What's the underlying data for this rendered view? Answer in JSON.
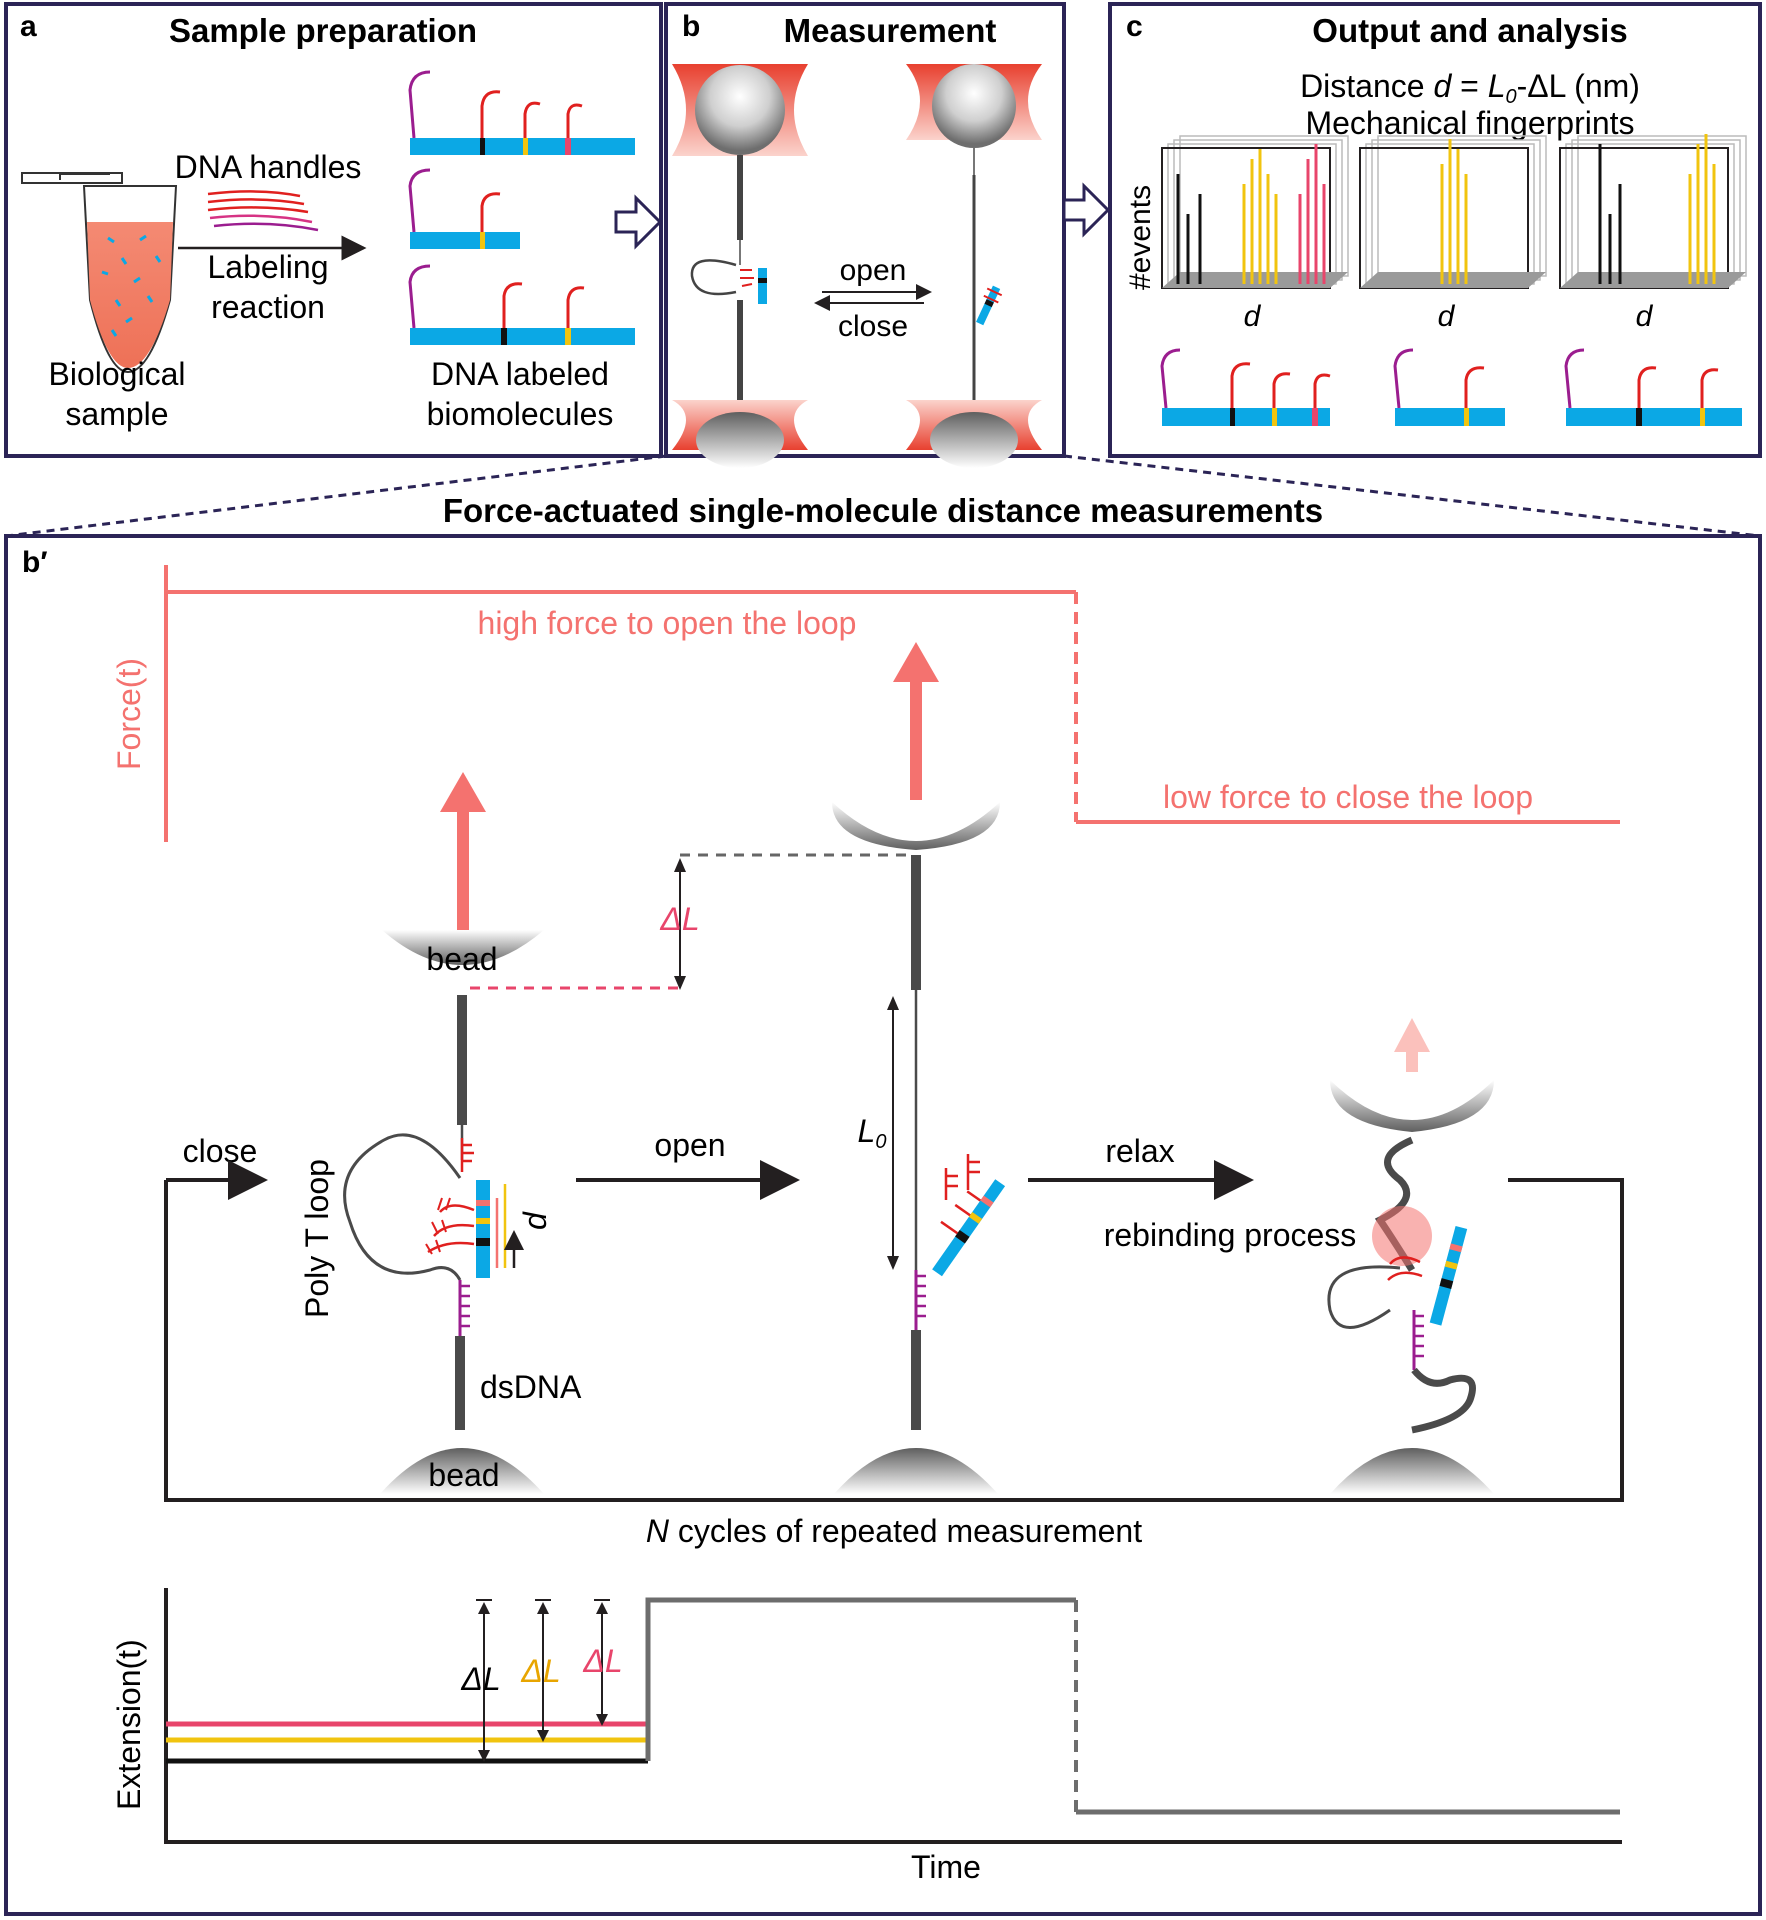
{
  "panel_a": {
    "letter": "a",
    "title": "Sample preparation",
    "dna_handles": "DNA handles",
    "labeling_reaction_1": "Labeling",
    "labeling_reaction_2": "reaction",
    "biological_sample_1": "Biological",
    "biological_sample_2": "sample",
    "labeled_1": "DNA labeled",
    "labeled_2": "biomolecules"
  },
  "panel_b": {
    "letter": "b",
    "title": "Measurement",
    "open": "open",
    "close": "close"
  },
  "panel_c": {
    "letter": "c",
    "title": "Output and analysis",
    "distance_prefix": "Distance",
    "d_symbol": "d",
    "equals": " = ",
    "L0": "L",
    "L0_sub": "0",
    "minus_dL": "-ΔL",
    "unit": " (nm)",
    "fingerprints": "Mechanical fingerprints",
    "y_axis": "#events",
    "x_axis": "d"
  },
  "panel_bprime": {
    "section_title": "Force-actuated single-molecule distance measurements",
    "letter": "b′",
    "force_axis": "Force(t)",
    "high_force": "high force to open the loop",
    "low_force": "low force to close the loop",
    "bead_top": "bead",
    "bead_bottom": "bead",
    "delta_L": "ΔL",
    "L0": "L",
    "L0_sub": "0",
    "close": "close",
    "open": "open",
    "relax": "relax",
    "poly_t": "Poly T loop",
    "dsdna": "dsDNA",
    "d_label": "d",
    "rebinding": "rebinding process",
    "cycles_n": "N",
    "cycles_text": " cycles of repeated measurement",
    "extension_axis": "Extension(t)",
    "time_axis": "Time",
    "dL_black": "ΔL",
    "dL_amber": "ΔL",
    "dL_pink": "ΔL"
  },
  "colors": {
    "panel_border": "#2b2456",
    "force_pink": "#f4726f",
    "magenta": "#9b1d8f",
    "red_handle": "#e0201f",
    "protein_blue": "#0ba8e5",
    "amber": "#f1c40f",
    "pink_label": "#e8456b",
    "bead_gray": "#8a8a8a"
  },
  "icons": [
    "microtube-icon",
    "bead-icon",
    "optical-trap-icon",
    "arrow-right-icon",
    "dna-handle-icon",
    "histogram-icon"
  ]
}
